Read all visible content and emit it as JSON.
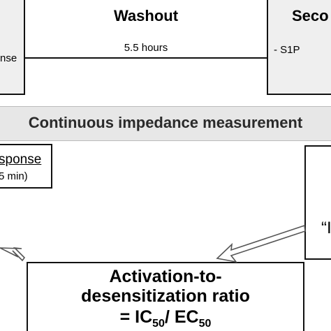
{
  "washout": {
    "title": "Washout",
    "duration": "5.5 hours"
  },
  "first_stage": {
    "label_fragment": "nse"
  },
  "second_stage": {
    "title_fragment": "Seco",
    "item": "- S1P"
  },
  "continuous": {
    "label": "Continuous impedance measurement"
  },
  "response": {
    "title_fragment": "sponse",
    "duration_fragment": "5 min)"
  },
  "right_box": {
    "label_fragment": "“I"
  },
  "ratio": {
    "line1": "Activation-to-",
    "line2": "desensitization ratio",
    "prefix": "= IC",
    "sub1": "50",
    "middle": "/ EC",
    "sub2": "50"
  }
}
